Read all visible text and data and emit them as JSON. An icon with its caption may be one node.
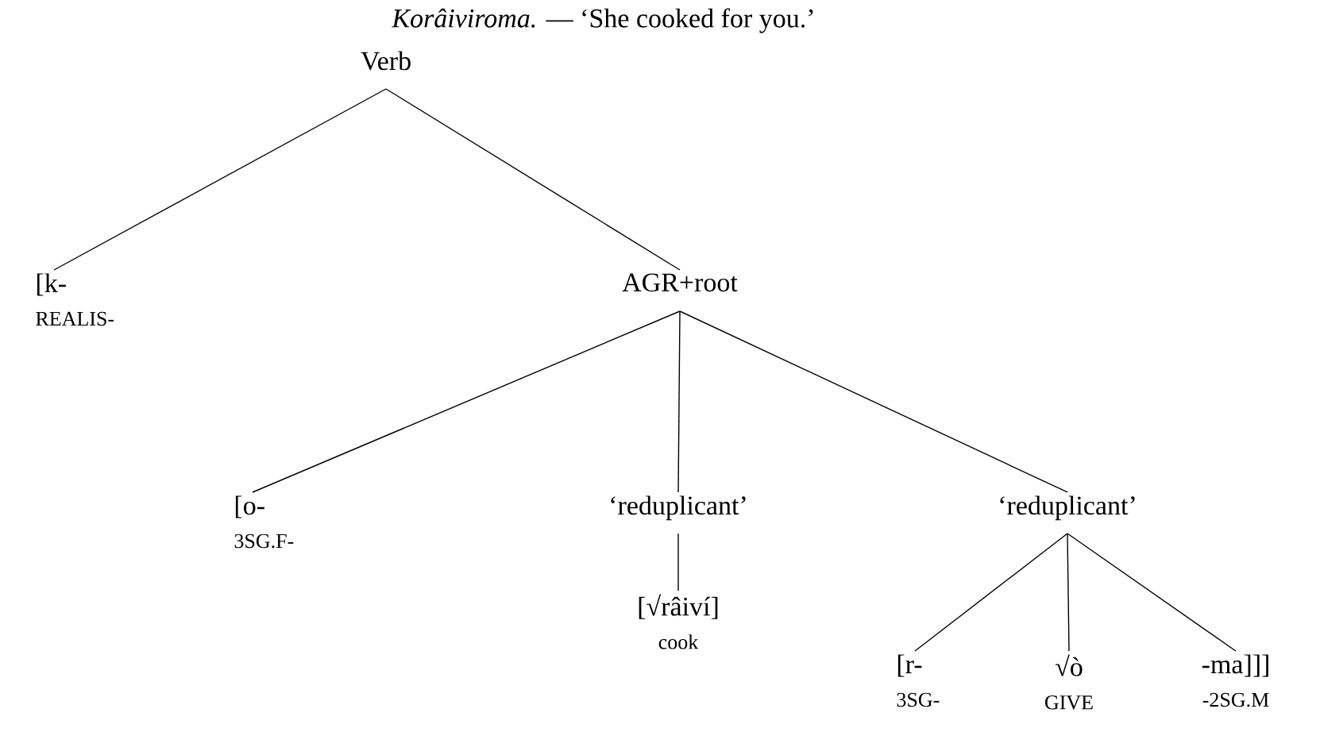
{
  "diagram": {
    "title": "*Korâiviroma.* — ‘She cooked for you.’",
    "nodes": [
      {
        "text": [
          "Verb"
        ]
      },
      {
        "text": [
          "[k-",
          "REALIS-"
        ]
      },
      {
        "text": [
          "AGR+root"
        ]
      },
      {
        "text": [
          "[o-",
          "3SG.F-"
        ]
      },
      {
        "text": [
          "‘reduplicant’"
        ]
      },
      {
        "text": [
          "‘reduplicant’"
        ]
      },
      {
        "text": [
          "[√râiví]",
          "cook"
        ]
      },
      {
        "text": [
          "[r-",
          "3SG-"
        ]
      },
      {
        "text": [
          "√ò",
          "GIVE"
        ]
      },
      {
        "text": [
          "-ma]]]",
          "-2SG.M"
        ]
      }
    ],
    "edges": [
      {
        "from": 0,
        "to": 1,
        "arrow": "none"
      },
      {
        "from": 0,
        "to": 2,
        "arrow": "none"
      },
      {
        "from": 2,
        "to": 3,
        "arrow": "none"
      },
      {
        "from": 2,
        "to": 4,
        "arrow": "none"
      },
      {
        "from": 2,
        "to": 5,
        "arrow": "none"
      },
      {
        "from": 4,
        "to": 6,
        "arrow": "none"
      },
      {
        "from": 5,
        "to": 7,
        "arrow": "none"
      },
      {
        "from": 5,
        "to": 8,
        "arrow": "none"
      },
      {
        "from": 5,
        "to": 9,
        "arrow": "none"
      }
    ]
  }
}
